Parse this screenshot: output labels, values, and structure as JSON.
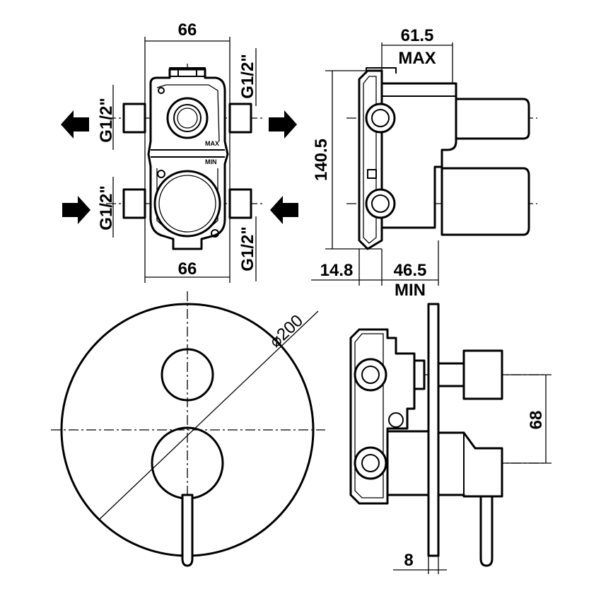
{
  "top_front": {
    "width_top": "66",
    "width_bottom": "66",
    "port_top_right": "G1/2\"",
    "port_left_out": "G1/2\"",
    "port_left_in": "G1/2\"",
    "port_bottom_right": "G1/2\"",
    "mark_max": "MAX",
    "mark_min": "MIN"
  },
  "top_side": {
    "depth_max": "61.5",
    "max_label": "MAX",
    "height": "140.5",
    "offset": "14.8",
    "depth_min": "46.5",
    "min_label": "MIN"
  },
  "bottom_front": {
    "diameter": "⌀200"
  },
  "bottom_side": {
    "axis_distance": "68",
    "plate_thickness": "8"
  }
}
